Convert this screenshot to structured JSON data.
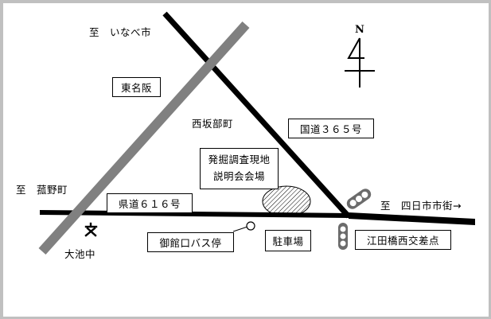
{
  "map": {
    "type": "access-map",
    "north_indicator": "N",
    "colors": {
      "frame": "#c0c0c0",
      "national_road": "#000000",
      "expressway": "#808080",
      "traffic_light": "#6b6b6b",
      "text": "#000000"
    },
    "directions": {
      "to_inabe": "至　いなべ市",
      "to_komono": "至　菰野町",
      "to_yokkaichi": "至　四日市市街→"
    },
    "roads": {
      "expressway": "東名阪",
      "national_route": "国道３６５号",
      "prefectural_route": "県道６１６号"
    },
    "places": {
      "town": "西坂部町",
      "school": "大池中",
      "school_symbol": "文",
      "venue_line1": "発掘調査現地",
      "venue_line2": "説明会会場",
      "bus_stop": "御館口バス停",
      "parking": "駐車場",
      "intersection": "江田橋西交差点"
    }
  }
}
